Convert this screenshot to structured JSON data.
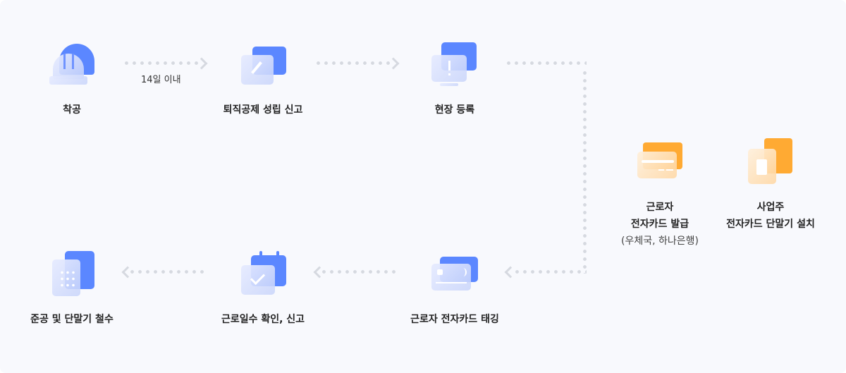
{
  "steps": [
    {
      "label": "착공",
      "icon": "helmet-icon"
    },
    {
      "label": "퇴직공제 성립 신고",
      "icon": "folder-edit-icon"
    },
    {
      "label": "현장 등록",
      "icon": "monitor-alert-icon"
    },
    {
      "label_line1": "근로자",
      "label_line2": "전자카드 발급",
      "label_line3": "(우체국, 하나은행)",
      "icon": "card-icon"
    },
    {
      "label_line1": "사업주",
      "label_line2": "전자카드 단말기 설치",
      "icon": "terminal-icon"
    },
    {
      "label": "근로자 전자카드 태깅",
      "icon": "card-tag-icon"
    },
    {
      "label": "근로일수 확인, 신고",
      "icon": "calendar-check-icon"
    },
    {
      "label": "준공 및 단말기 철수",
      "icon": "building-icon"
    }
  ],
  "connector_note": "14일 이내",
  "colors": {
    "blue": "#5b87ff",
    "orange": "#ffaa33",
    "background": "#f8f9fd"
  }
}
